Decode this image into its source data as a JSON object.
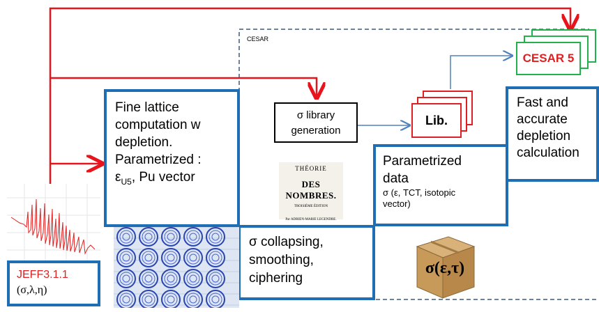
{
  "colors": {
    "red_arrow": "#e8141b",
    "blue_border": "#1f6eb5",
    "green_stack": "#22b14c",
    "cesar5_text": "#e02020",
    "jeff_text": "#e02020",
    "thin_arrow": "#4f81bd"
  },
  "cesar_region": {
    "label": "CESAR"
  },
  "cesar5": {
    "label": "CESAR 5"
  },
  "fine_lattice": {
    "line1": "Fine lattice",
    "line2": "computation w",
    "line3": "depletion.",
    "line4": "Parametrized :",
    "line5_main": "ε",
    "line5_sub": "U5",
    "line5_rest": ", Pu vector"
  },
  "sigma_library": {
    "line1": "σ library",
    "line2": "generation"
  },
  "lib": {
    "label": "Lib."
  },
  "fast_depletion": {
    "line1": "Fast and",
    "line2": "accurate",
    "line3": "depletion",
    "line4": "calculation"
  },
  "parametrized_data": {
    "line1": "Parametrized",
    "line2": "data",
    "line3": "σ (ε, TCT, isotopic",
    "line4": "vector)"
  },
  "book": {
    "line1": "THÉORIE",
    "line2": "DES NOMBRES.",
    "line3": "TROISIÈME ÉDITION",
    "line4": "Par ADRIEN-MARIE LEGENDRE."
  },
  "collapsing": {
    "line1": "σ collapsing,",
    "line2": "smoothing,",
    "line3": "ciphering"
  },
  "jeff": {
    "line1": "JEFF3.1.1",
    "line2": "(σ,λ,η)"
  },
  "box_label": {
    "text": "σ(ε,τ)"
  },
  "icons": [
    "cross-section-spectrum-icon",
    "fuel-lattice-grid-icon",
    "cardboard-box-icon",
    "book-title-page-icon"
  ]
}
